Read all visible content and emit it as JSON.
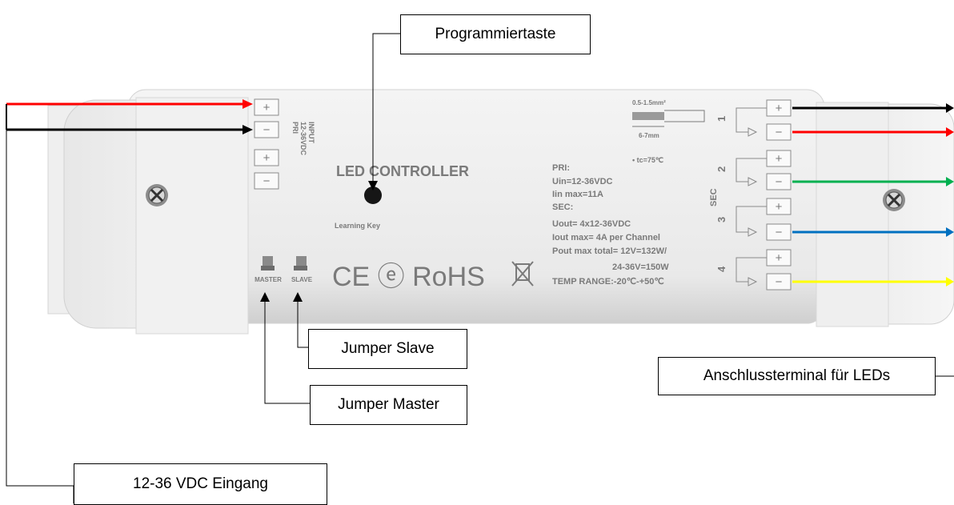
{
  "callouts": {
    "programming_key": "Programmiertaste",
    "jumper_slave": "Jumper Slave",
    "jumper_master": "Jumper Master",
    "led_terminal": "Anschlussterminal für LEDs",
    "input": "12-36 VDC Eingang"
  },
  "device": {
    "title": "LED CONTROLLER",
    "learning_key": "Learning Key",
    "input_label_1": "INPUT",
    "input_label_2": "12-36VDC",
    "input_label_3": "PRI",
    "master": "MASTER",
    "slave": "SLAVE",
    "certifications": "CE ⓔ RoHS",
    "wire_gauge": "0.5-1.5mm²",
    "strip_length": "6-7mm",
    "tc": "• tc=75℃",
    "specs": [
      "PRI:",
      "Uin=12-36VDC",
      "Iin max=11A",
      "SEC:",
      "Uout= 4x12-36VDC",
      "Iout max= 4A per Channel",
      "Pout max total= 12V=132W/",
      "24-36V=150W",
      "TEMP RANGE:-20℃-+50℃"
    ],
    "sec_label": "SEC",
    "channels": [
      "1",
      "2",
      "3",
      "4"
    ],
    "plus": "+",
    "minus": "−"
  },
  "colors": {
    "input_positive": "#ff0000",
    "input_negative": "#000000",
    "ch1_positive": "#000000",
    "ch1_red": "#ff0000",
    "ch2_green": "#00b050",
    "ch3_blue": "#0070c0",
    "ch4_yellow": "#ffff00"
  }
}
